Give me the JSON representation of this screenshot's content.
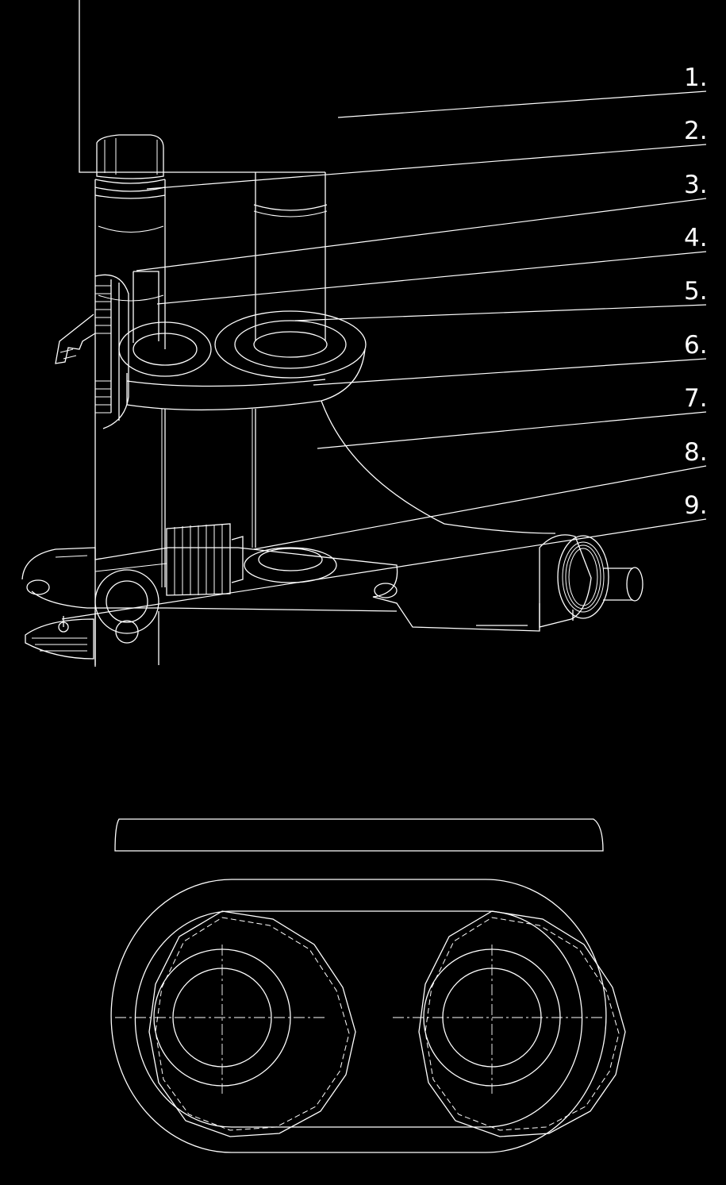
{
  "diagram": {
    "callouts": [
      {
        "id": 1,
        "label": "1."
      },
      {
        "id": 2,
        "label": "2."
      },
      {
        "id": 3,
        "label": "3."
      },
      {
        "id": 4,
        "label": "4."
      },
      {
        "id": 5,
        "label": "5."
      },
      {
        "id": 6,
        "label": "6."
      },
      {
        "id": 7,
        "label": "7."
      },
      {
        "id": 8,
        "label": "8."
      },
      {
        "id": 9,
        "label": "9."
      }
    ]
  }
}
